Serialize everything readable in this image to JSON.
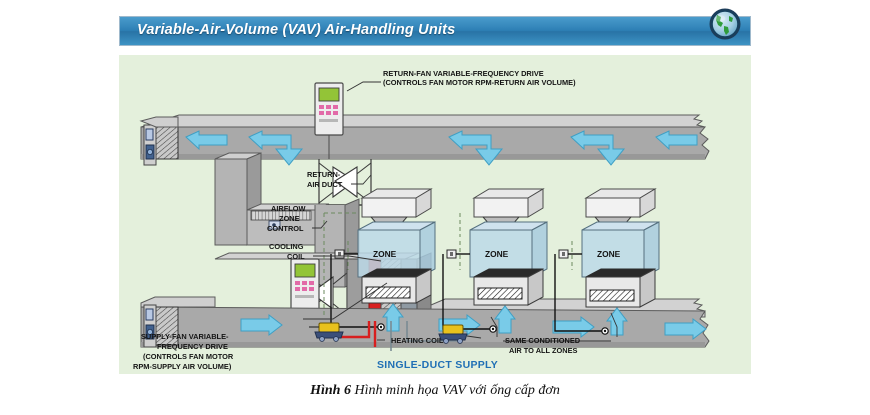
{
  "header": {
    "title": "Variable-Air-Volume (VAV) Air-Handling Units",
    "icon": "globe-icon"
  },
  "colors": {
    "title_bar": "#2d7fb5",
    "canvas_bg": "#e4f0dc",
    "duct_fill": "#a9a9a9",
    "duct_top": "#cfcfcf",
    "arrow_fill": "#79cbe8",
    "zone_fill": "#bcd9e8",
    "accent_blue": "#1f6fb5",
    "heating_coil": "#d81f1f",
    "vfd_display": "#93c47d",
    "pump_yellow": "#e8c11c"
  },
  "diagram": {
    "labels": {
      "return_fan_vfd_line1": "RETURN-FAN VARIABLE-FREQUENCY DRIVE",
      "return_fan_vfd_line2": "(CONTROLS FAN MOTOR RPM-RETURN AIR VOLUME)",
      "return_air_duct_line1": "RETURN-",
      "return_air_duct_line2": "AIR DUCT",
      "airflow_zone_control_line1": "AIRFLOW",
      "airflow_zone_control_line2": "ZONE",
      "airflow_zone_control_line3": "CONTROL",
      "cooling_coil_line1": "COOLING",
      "cooling_coil_line2": "COIL",
      "supply_fan_vfd_line1": "SUPPLY-FAN VARIABLE-",
      "supply_fan_vfd_line2": "FREQUENCY DRIVE",
      "supply_fan_vfd_line3": "(CONTROLS FAN MOTOR",
      "supply_fan_vfd_line4": "RPM-SUPPLY AIR VOLUME)",
      "heating_coil": "HEATING COIL",
      "same_air_line1": "SAME CONDITIONED",
      "same_air_line2": "AIR TO ALL ZONES",
      "single_duct_supply": "SINGLE-DUCT SUPPLY"
    },
    "zones": [
      {
        "label": "ZONE"
      },
      {
        "label": "ZONE"
      },
      {
        "label": "ZONE"
      }
    ]
  },
  "caption": {
    "figure_number": "Hình 6",
    "text": "Hình minh họa VAV với ống cấp đơn"
  }
}
